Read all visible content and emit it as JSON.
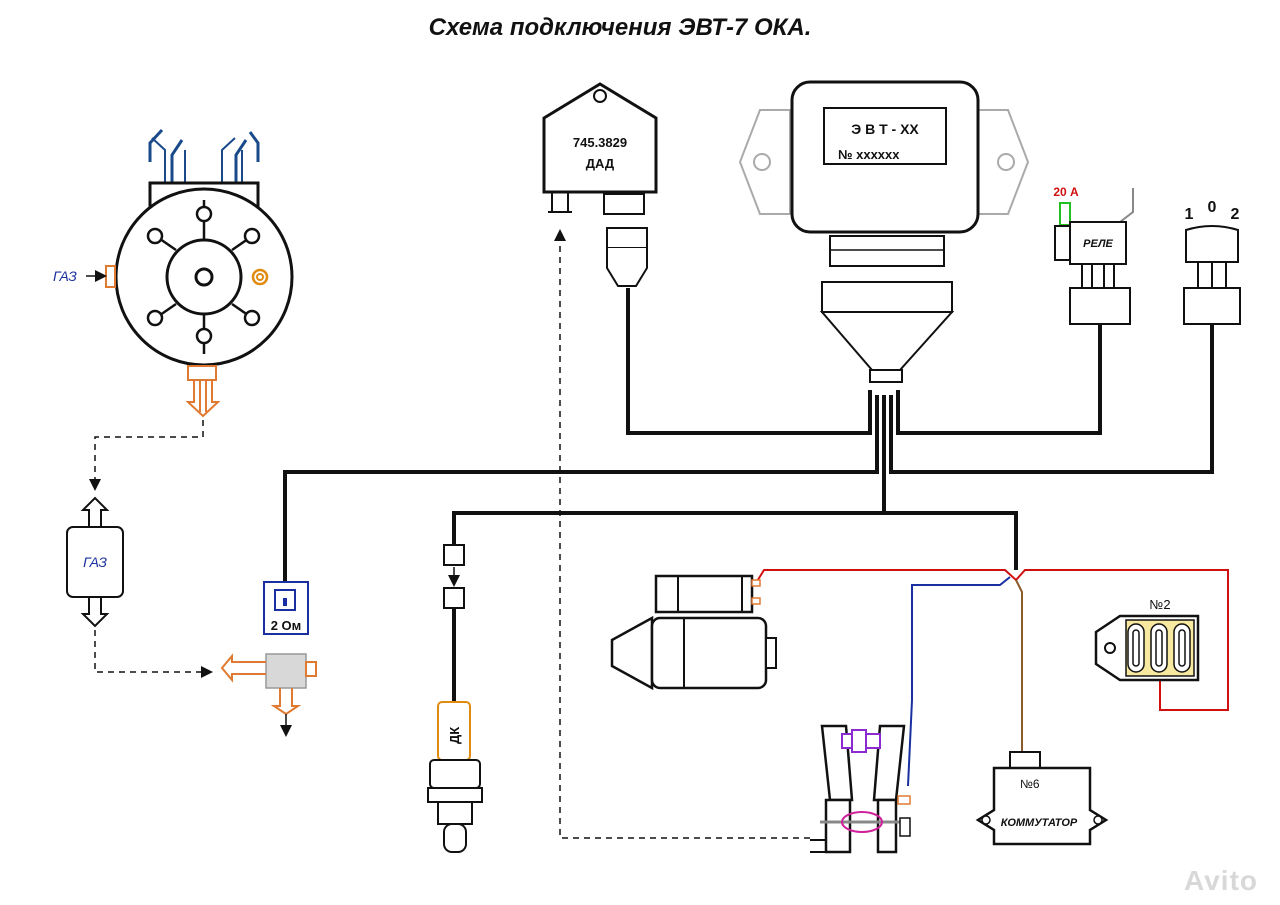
{
  "title": "Схема подключения ЭВТ-7 ОКА.",
  "ecu": {
    "model": "Э В Т - ХХ",
    "serial": "№ хххххх"
  },
  "map_sensor": {
    "part": "745.3829",
    "name": "ДАД"
  },
  "relay": {
    "fuse": "20 А",
    "label": "РЕЛЕ"
  },
  "switch": {
    "pos1": "1",
    "pos0": "0",
    "pos2": "2"
  },
  "reducer": {
    "gas_in": "ГАЗ"
  },
  "filter": {
    "label": "ГАЗ"
  },
  "valve": {
    "resistance": "2 Ом"
  },
  "throttle_sensor": {
    "label": "ДК"
  },
  "coil": {
    "label": "№2"
  },
  "commutator": {
    "number": "№6",
    "label": "КОММУТАТОР"
  },
  "watermark": "Avito",
  "colors": {
    "wire_black": "#111111",
    "wire_red": "#d01010",
    "wire_blue": "#1a2fa0",
    "wire_brown": "#8a5a2a",
    "gas_orange": "#e07a30",
    "pipe_blue": "#1a4a8a"
  }
}
